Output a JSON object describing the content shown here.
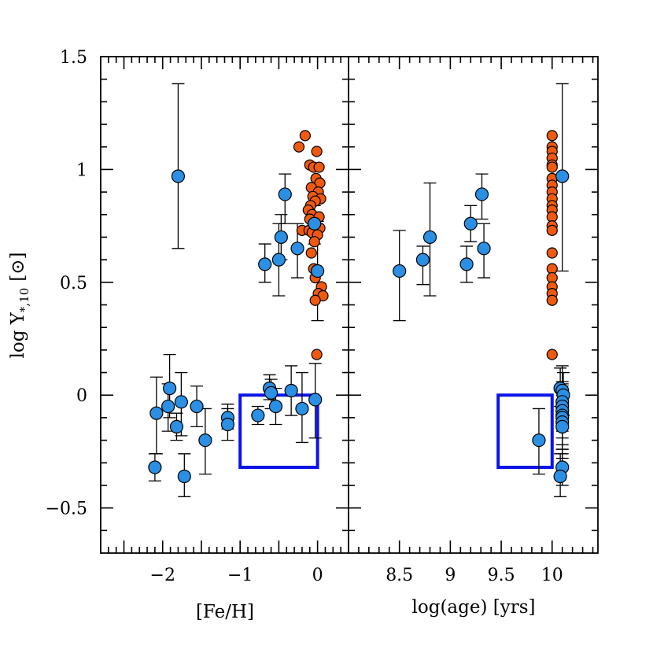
{
  "chart_data": [
    {
      "type": "scatter",
      "panel": "left",
      "xlabel": "[Fe/H]",
      "ylabel": "log Υ",
      "ylabel_sub": "*,10",
      "ylabel_unit": "[⊙]",
      "xlim": [
        -2.8,
        0.4
      ],
      "ylim": [
        -0.7,
        1.5
      ],
      "xticks": [
        {
          "value": -2,
          "label": "−2"
        },
        {
          "value": -1,
          "label": "−1"
        },
        {
          "value": 0,
          "label": "0"
        }
      ],
      "yticks": [
        {
          "value": 1.5,
          "label": "1.5"
        },
        {
          "value": 1,
          "label": "1"
        },
        {
          "value": 0.5,
          "label": "0.5"
        },
        {
          "value": 0,
          "label": "0"
        },
        {
          "value": -0.5,
          "label": "−0.5"
        }
      ],
      "grid": false,
      "series": [
        {
          "marker_color": "#2b8fe3",
          "points": [
            {
              "x": -1.8,
              "y": 0.97,
              "ylo": 0.65,
              "yhi": 1.38
            },
            {
              "x": -2.08,
              "y": -0.08,
              "ylo": -0.26,
              "yhi": 0.08
            },
            {
              "x": -2.1,
              "y": -0.32,
              "ylo": -0.38,
              "yhi": -0.26
            },
            {
              "x": -1.93,
              "y": -0.05,
              "ylo": -0.16,
              "yhi": 0.05
            },
            {
              "x": -1.91,
              "y": 0.03,
              "ylo": -0.1,
              "yhi": 0.18
            },
            {
              "x": -1.82,
              "y": -0.14,
              "ylo": -0.2,
              "yhi": -0.08
            },
            {
              "x": -1.76,
              "y": -0.03,
              "ylo": -0.18,
              "yhi": 0.1
            },
            {
              "x": -1.72,
              "y": -0.36,
              "ylo": -0.45,
              "yhi": -0.26
            },
            {
              "x": -1.56,
              "y": -0.05,
              "ylo": -0.14,
              "yhi": 0.04
            },
            {
              "x": -1.45,
              "y": -0.2,
              "ylo": -0.35,
              "yhi": -0.06
            },
            {
              "x": -1.16,
              "y": -0.1,
              "ylo": -0.15,
              "yhi": -0.04
            },
            {
              "x": -1.16,
              "y": -0.13,
              "ylo": -0.2,
              "yhi": -0.06
            },
            {
              "x": -0.77,
              "y": -0.09,
              "ylo": -0.13,
              "yhi": -0.05
            },
            {
              "x": -0.62,
              "y": 0.03,
              "ylo": -0.02,
              "yhi": 0.09
            },
            {
              "x": -0.6,
              "y": 0.01,
              "ylo": -0.06,
              "yhi": 0.07
            },
            {
              "x": -0.54,
              "y": -0.05,
              "ylo": -0.13,
              "yhi": 0.03
            },
            {
              "x": -0.34,
              "y": 0.02,
              "ylo": -0.09,
              "yhi": 0.13
            },
            {
              "x": -0.2,
              "y": -0.06,
              "ylo": -0.21,
              "yhi": 0.1
            },
            {
              "x": -0.03,
              "y": -0.02,
              "ylo": -0.19,
              "yhi": 0.14
            },
            {
              "x": -0.68,
              "y": 0.58,
              "ylo": 0.5,
              "yhi": 0.67
            },
            {
              "x": -0.5,
              "y": 0.6,
              "ylo": 0.44,
              "yhi": 0.76
            },
            {
              "x": -0.47,
              "y": 0.7,
              "ylo": 0.6,
              "yhi": 0.8
            },
            {
              "x": -0.42,
              "y": 0.89,
              "ylo": 0.76,
              "yhi": 0.98
            },
            {
              "x": -0.26,
              "y": 0.65,
              "ylo": 0.52,
              "yhi": 0.76
            },
            {
              "x": -0.04,
              "y": 0.76,
              "ylo": 0.67,
              "yhi": 0.84
            },
            {
              "x": 0.0,
              "y": 0.55,
              "ylo": 0.33,
              "yhi": 0.77
            }
          ]
        },
        {
          "marker_color": "#f05a10",
          "points": [
            {
              "x": -0.16,
              "y": 1.15
            },
            {
              "x": -0.24,
              "y": 1.1
            },
            {
              "x": -0.01,
              "y": 1.08
            },
            {
              "x": -0.1,
              "y": 1.02
            },
            {
              "x": -0.05,
              "y": 1.01
            },
            {
              "x": 0.02,
              "y": 1.01
            },
            {
              "x": -0.02,
              "y": 0.96
            },
            {
              "x": 0.03,
              "y": 0.94
            },
            {
              "x": -0.08,
              "y": 0.92
            },
            {
              "x": 0.01,
              "y": 0.9
            },
            {
              "x": -0.06,
              "y": 0.88
            },
            {
              "x": 0.04,
              "y": 0.87
            },
            {
              "x": -0.03,
              "y": 0.86
            },
            {
              "x": -0.09,
              "y": 0.84
            },
            {
              "x": -0.12,
              "y": 0.82
            },
            {
              "x": -0.07,
              "y": 0.8
            },
            {
              "x": -0.1,
              "y": 0.78
            },
            {
              "x": 0.02,
              "y": 0.79
            },
            {
              "x": -0.06,
              "y": 0.75
            },
            {
              "x": 0.03,
              "y": 0.74
            },
            {
              "x": -0.2,
              "y": 0.73
            },
            {
              "x": -0.11,
              "y": 0.73
            },
            {
              "x": -0.07,
              "y": 0.72
            },
            {
              "x": 0.0,
              "y": 0.71
            },
            {
              "x": -0.04,
              "y": 0.68
            },
            {
              "x": -0.08,
              "y": 0.63
            },
            {
              "x": -0.05,
              "y": 0.56
            },
            {
              "x": -0.03,
              "y": 0.52
            },
            {
              "x": 0.05,
              "y": 0.48
            },
            {
              "x": 0.01,
              "y": 0.45
            },
            {
              "x": 0.07,
              "y": 0.44
            },
            {
              "x": -0.03,
              "y": 0.42
            },
            {
              "x": -0.01,
              "y": 0.18
            }
          ]
        }
      ],
      "box": {
        "x0": -1.0,
        "x1": 0.0,
        "y0": -0.32,
        "y1": 0.0,
        "color": "#0a14e8"
      }
    },
    {
      "type": "scatter",
      "panel": "right",
      "xlabel": "log(age) [yrs]",
      "xlim": [
        8.0,
        10.45
      ],
      "ylim": [
        -0.7,
        1.5
      ],
      "xticks": [
        {
          "value": 8.5,
          "label": "8.5"
        },
        {
          "value": 9,
          "label": "9"
        },
        {
          "value": 9.5,
          "label": "9.5"
        },
        {
          "value": 10,
          "label": "10"
        }
      ],
      "grid": false,
      "series": [
        {
          "marker_color": "#2b8fe3",
          "points": [
            {
              "x": 8.5,
              "y": 0.55,
              "ylo": 0.33,
              "yhi": 0.73
            },
            {
              "x": 8.73,
              "y": 0.6,
              "ylo": 0.49,
              "yhi": 0.66
            },
            {
              "x": 8.8,
              "y": 0.7,
              "ylo": 0.44,
              "yhi": 0.94
            },
            {
              "x": 9.16,
              "y": 0.58,
              "ylo": 0.5,
              "yhi": 0.66
            },
            {
              "x": 9.2,
              "y": 0.76,
              "ylo": 0.68,
              "yhi": 0.84
            },
            {
              "x": 9.31,
              "y": 0.89,
              "ylo": 0.78,
              "yhi": 0.98
            },
            {
              "x": 9.33,
              "y": 0.65,
              "ylo": 0.52,
              "yhi": 0.76
            },
            {
              "x": 9.87,
              "y": -0.2,
              "ylo": -0.35,
              "yhi": -0.06
            },
            {
              "x": 10.1,
              "y": 0.97,
              "ylo": 0.55,
              "yhi": 1.38
            },
            {
              "x": 10.08,
              "y": 0.03,
              "ylo": -0.05,
              "yhi": 0.12
            },
            {
              "x": 10.1,
              "y": 0.02,
              "ylo": -0.04,
              "yhi": 0.13
            },
            {
              "x": 10.11,
              "y": 0.0,
              "ylo": -0.09,
              "yhi": 0.1
            },
            {
              "x": 10.1,
              "y": -0.03,
              "ylo": -0.12,
              "yhi": 0.06
            },
            {
              "x": 10.1,
              "y": -0.05,
              "ylo": -0.16,
              "yhi": 0.05
            },
            {
              "x": 10.1,
              "y": -0.07,
              "ylo": -0.19,
              "yhi": 0.04
            },
            {
              "x": 10.1,
              "y": -0.09,
              "ylo": -0.22,
              "yhi": 0.02
            },
            {
              "x": 10.1,
              "y": -0.1,
              "ylo": -0.24,
              "yhi": 0.0
            },
            {
              "x": 10.1,
              "y": -0.12,
              "ylo": -0.26,
              "yhi": -0.02
            },
            {
              "x": 10.1,
              "y": -0.14,
              "ylo": -0.28,
              "yhi": -0.04
            },
            {
              "x": 10.1,
              "y": -0.32,
              "ylo": -0.4,
              "yhi": -0.24
            },
            {
              "x": 10.08,
              "y": -0.36,
              "ylo": -0.45,
              "yhi": -0.26
            }
          ]
        },
        {
          "marker_color": "#f05a10",
          "points": [
            {
              "x": 10.0,
              "y": 1.15
            },
            {
              "x": 10.0,
              "y": 1.1
            },
            {
              "x": 10.0,
              "y": 1.08
            },
            {
              "x": 10.0,
              "y": 1.05
            },
            {
              "x": 10.0,
              "y": 1.02
            },
            {
              "x": 10.0,
              "y": 1.01
            },
            {
              "x": 10.0,
              "y": 0.96
            },
            {
              "x": 10.0,
              "y": 0.93
            },
            {
              "x": 10.0,
              "y": 0.9
            },
            {
              "x": 10.0,
              "y": 0.87
            },
            {
              "x": 10.0,
              "y": 0.84
            },
            {
              "x": 10.0,
              "y": 0.82
            },
            {
              "x": 10.0,
              "y": 0.79
            },
            {
              "x": 10.0,
              "y": 0.75
            },
            {
              "x": 10.0,
              "y": 0.73
            },
            {
              "x": 10.0,
              "y": 0.63
            },
            {
              "x": 10.0,
              "y": 0.56
            },
            {
              "x": 10.0,
              "y": 0.52
            },
            {
              "x": 10.0,
              "y": 0.48
            },
            {
              "x": 10.0,
              "y": 0.45
            },
            {
              "x": 10.0,
              "y": 0.42
            },
            {
              "x": 10.0,
              "y": 0.18
            }
          ]
        }
      ],
      "box": {
        "x0": 9.47,
        "x1": 10.0,
        "y0": -0.32,
        "y1": 0.0,
        "color": "#0a14e8"
      }
    }
  ]
}
